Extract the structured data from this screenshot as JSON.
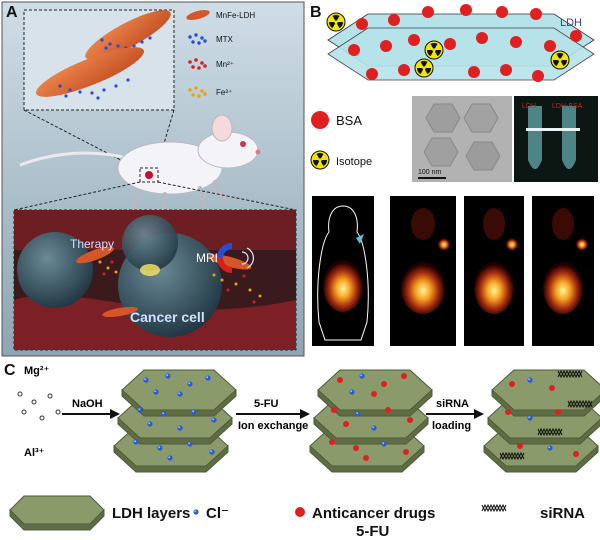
{
  "panels": {
    "a": {
      "letter": "A",
      "legend": [
        {
          "label": "MnFe-LDH"
        },
        {
          "label": "MTX"
        },
        {
          "label": "Mn²⁺"
        },
        {
          "label": "Fe³⁺"
        }
      ],
      "bottom": {
        "therapy": "Therapy",
        "mri": "MRI",
        "cancer_cell": "Cancer cell"
      }
    },
    "b": {
      "letter": "B",
      "ldh_label": "LDH",
      "bsa_label": "BSA",
      "isotope_label": "Isotope",
      "scale_bar": "100 nm",
      "tube_labels": [
        "LDH",
        "LDH-BSA"
      ]
    },
    "c": {
      "letter": "C",
      "mg_ion": "Mg²⁺",
      "al_ion": "Al³⁺",
      "step1": "NaOH",
      "step2_top": "5-FU",
      "step2_bottom": "Ion exchange",
      "step3_top": "siRNA",
      "step3_bottom": "loading",
      "legend": {
        "ldh_layers": "LDH layers",
        "chloride": "Cl⁻",
        "drugs_line1": "Anticancer drugs",
        "drugs_line2": "5-FU",
        "sirna": "siRNA"
      }
    }
  },
  "colors": {
    "ldh_green": "#8a9a6a",
    "ldh_cyan": "#b6e3ea",
    "bsa_red": "#e02020",
    "chloride_blue": "#2a5bd7",
    "isotope_yellow": "#f2e600",
    "accent_red": "#c8102e"
  }
}
